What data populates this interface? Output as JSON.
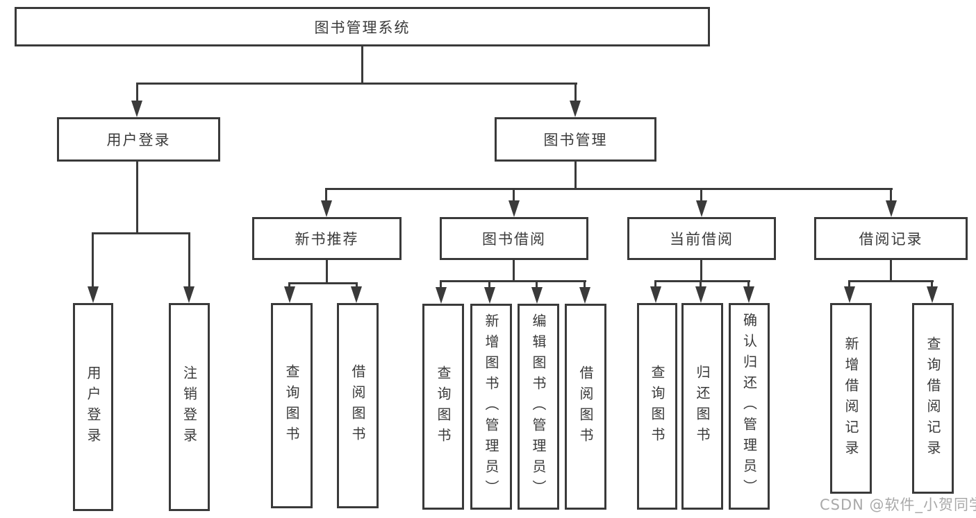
{
  "diagram_title": "图书管理系统",
  "tree": {
    "label": "图书管理系统",
    "children": [
      {
        "label": "用户登录",
        "children": [
          {
            "label": "用户登录"
          },
          {
            "label": "注销登录"
          }
        ]
      },
      {
        "label": "图书管理",
        "children": [
          {
            "label": "新书推荐",
            "children": [
              {
                "label": "查询图书"
              },
              {
                "label": "借阅图书"
              }
            ]
          },
          {
            "label": "图书借阅",
            "children": [
              {
                "label": "查询图书"
              },
              {
                "label": "新增图书（管理员）"
              },
              {
                "label": "编辑图书（管理员）"
              },
              {
                "label": "借阅图书"
              }
            ]
          },
          {
            "label": "当前借阅",
            "children": [
              {
                "label": "查询图书"
              },
              {
                "label": "归还图书"
              },
              {
                "label": "确认归还（管理员）"
              }
            ]
          },
          {
            "label": "借阅记录",
            "children": [
              {
                "label": "新增借阅记录"
              },
              {
                "label": "查询借阅记录"
              }
            ]
          }
        ]
      }
    ]
  },
  "watermark": {
    "text": "CSDN @软件_小贺同学"
  },
  "colors": {
    "line": "#3a3a3a",
    "box_border": "#3a3a3a",
    "text": "#3a3a3a",
    "watermark": "#a9a9a9",
    "background": "#ffffff"
  }
}
